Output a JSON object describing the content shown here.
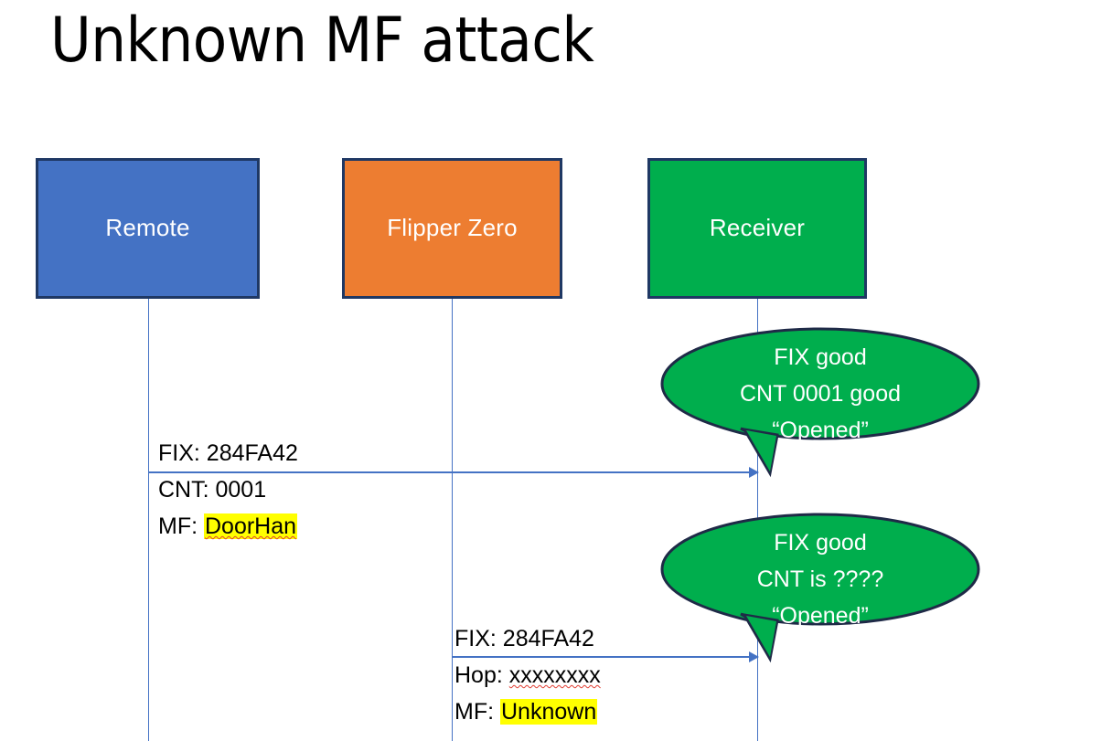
{
  "slide": {
    "title": "Unknown MF attack",
    "background": "#FFFFFF"
  },
  "colors": {
    "remote": "#4472C4",
    "flipper": "#ED7D31",
    "receiver": "#00AE4D",
    "box_border": "#1F3864",
    "lifeline": "#4472C4",
    "arrow": "#4472C4",
    "highlight": "#FFFF00",
    "spellcheck_underline": "#E03C31",
    "text": "#000000",
    "box_label_text": "#FFFFFF"
  },
  "actors": [
    {
      "id": "remote",
      "label": "Remote"
    },
    {
      "id": "flipper",
      "label": "Flipper Zero"
    },
    {
      "id": "receiver",
      "label": "Receiver"
    }
  ],
  "messages": [
    {
      "id": "remote-to-receiver",
      "from": "remote",
      "to": "receiver",
      "lines": [
        {
          "label": "FIX: ",
          "value": "284FA42",
          "highlighted": false,
          "spellcheck": false
        },
        {
          "label": "CNT: ",
          "value": "0001",
          "highlighted": false,
          "spellcheck": false
        },
        {
          "label": "MF: ",
          "value": "DoorHan",
          "highlighted": true,
          "spellcheck": true
        }
      ]
    },
    {
      "id": "flipper-to-receiver",
      "from": "flipper",
      "to": "receiver",
      "lines": [
        {
          "label": "FIX: ",
          "value": "284FA42",
          "highlighted": false,
          "spellcheck": false
        },
        {
          "label": "Hop: ",
          "value": "xxxxxxxx",
          "highlighted": false,
          "spellcheck": true
        },
        {
          "label": "MF: ",
          "value": "Unknown",
          "highlighted": true,
          "spellcheck": false
        }
      ]
    }
  ],
  "callouts": [
    {
      "id": "callout-1",
      "owner": "receiver",
      "lines": [
        "FIX good",
        "CNT 0001 good",
        "“Opened”"
      ]
    },
    {
      "id": "callout-2",
      "owner": "receiver",
      "lines": [
        "FIX good",
        "CNT is ????",
        "“Opened”"
      ]
    }
  ]
}
